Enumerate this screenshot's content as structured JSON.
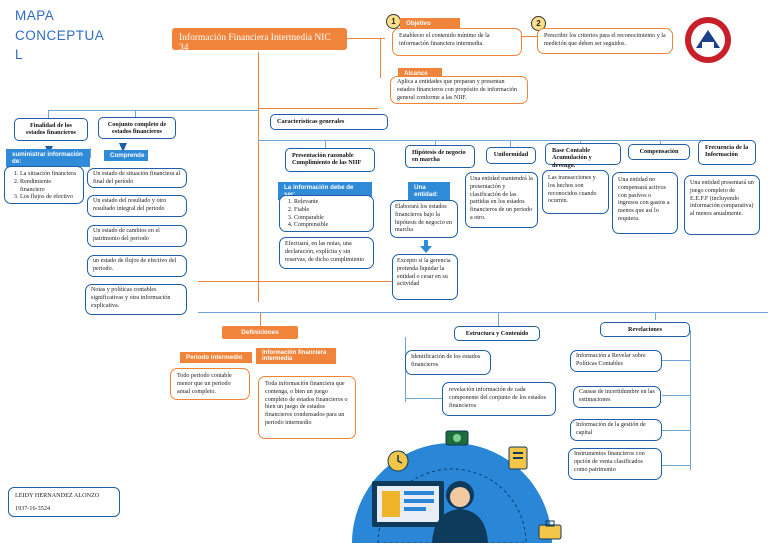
{
  "title": {
    "line1": "MAPA",
    "line2": "CONCEPTUA",
    "line3": "L"
  },
  "center_title": "Información Financiera Intermedia NIC 34",
  "objetivo": {
    "number": "1",
    "label": "Objetivo",
    "text": "Establecer el contenido mínimo de la información financiera intermedia."
  },
  "objetivo2": {
    "number": "2",
    "text": "Prescribir los criterios para el reconocimiento y la medición que deben ser seguidos."
  },
  "alcance": {
    "label": "Alcance",
    "text": "Aplica a entidades que preparan y presentan estados financieros con propósito de información general conforme a las NIIF."
  },
  "finalidad": {
    "header": "Finalidad de los estados financieros",
    "pill": "suministrar información de:",
    "items": [
      "La situación financiera",
      "Rendimiento financiero",
      "Los flujos de efectivo"
    ]
  },
  "conjunto": {
    "header": "Conjunto completo de estados financieros",
    "pill": "Comprende",
    "items": [
      "Un estado de situación financiera al final del período",
      "Un estado del resultado y otro resultado integral del periodo",
      "Un estado de cambios en el patrimonio del periodo",
      "un estado de flujos de efectivo del periodo.",
      "Notas y políticas contables significativas y otra información explicativa."
    ]
  },
  "caracteristicas": {
    "header": "Características generales"
  },
  "presentacion": {
    "header": "Presentación razonable Cumplimiento de las NIIF",
    "pill": "La información debe de ser:",
    "items": [
      "Relevante",
      "Fiable",
      "Comparable",
      "Comprensible"
    ],
    "note": "Efectuará, en las notas, una declaración, explícita y sin reservas, de dicho cumplimiento"
  },
  "hipotesis": {
    "header": "Hipótesis de negocio en marcha",
    "pill": "Una entidad:",
    "text1": "Elaborará los estados financieros bajo la hipótesis de negocio en marcha",
    "text2": "Excepto si la gerencia pretenda liquidar la entidad o cesar en su actividad"
  },
  "uniformidad": {
    "header": "Uniformidad",
    "text": "Una entidad mantendrá la presentación y clasificación de las partidas en los estados financieros de un periodo a otro."
  },
  "base": {
    "header": "Base Contable Acumulación y devengo.",
    "text": "Las transacciones y los hechos son reconocidos cuando ocurren."
  },
  "compensacion": {
    "header": "Compensación",
    "text": "Una entidad no compensará activos con pasivos o ingresos con gastos a menos que así lo requiera."
  },
  "frecuencia": {
    "header": "Frecuencia de la Información",
    "text": "Una entidad presentará un juego completo de E.E.F.F (incluyendo información comparativa) al menos anualmente."
  },
  "definiciones": {
    "label": "Definiciones",
    "periodo_label": "Periodo intermedio",
    "periodo_text": "Todo periodo contable menor que un periodo anual completo.",
    "info_label": "Información financiera intermedia",
    "info_text": "Toda información financiera que contenga, o bien un juego completo de estados financieros o bien un juego de estados financieros condensados para un periodo intermedio"
  },
  "estructura": {
    "header": "Estructura y Contenido",
    "item1": "Identificación de los estados financieros",
    "item2": "revelación información de cada componente del conjunto de los estados financieros"
  },
  "revelaciones": {
    "header": "Revelaciones",
    "items": [
      "Información a Revelar sobre Políticas Contables",
      "Causas de incertidumbre en las estimaciones",
      "Información de la gestión de capital",
      "Instrumentos financieros con opción de venta clasificados como patrimonio"
    ]
  },
  "author": {
    "name": "LEIDY HERNANDEZ ALONZO",
    "id": "1937-16-3524"
  },
  "colors": {
    "blue": "#1f5fa5",
    "light_blue": "#2f8ad8",
    "orange": "#f0843a",
    "title_blue": "#2e6cc4"
  },
  "icons": [
    "university-seal-icon",
    "money-icon",
    "document-icon",
    "clock-icon",
    "monitor-icon",
    "person-icon",
    "briefcase-icon"
  ]
}
